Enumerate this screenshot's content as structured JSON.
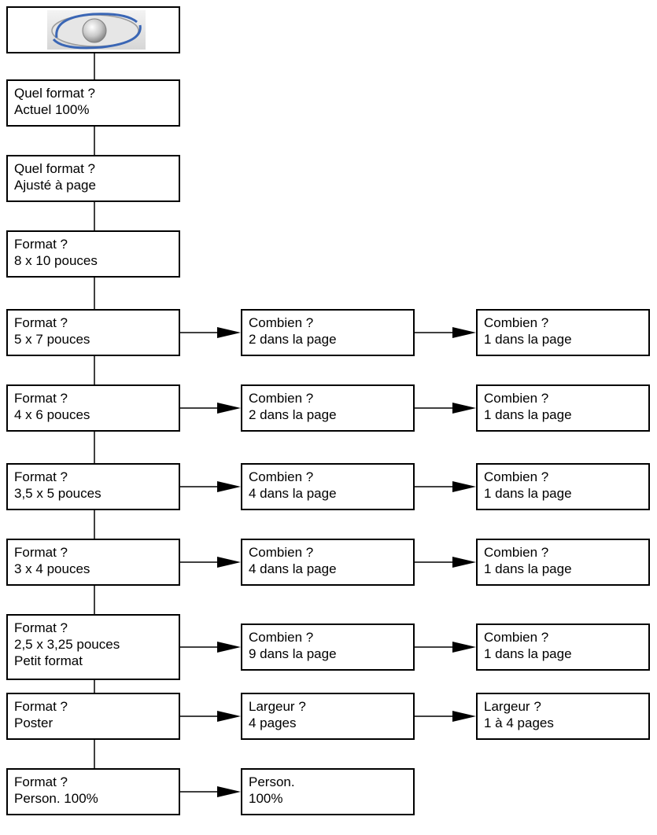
{
  "icon": "oval-button-icon",
  "rows": [
    {
      "lines": [
        "Quel format ?",
        "Actuel 100%"
      ],
      "branches": []
    },
    {
      "lines": [
        "Quel format ?",
        "Ajusté à page"
      ],
      "branches": []
    },
    {
      "lines": [
        "Format ?",
        "8 x 10 pouces"
      ],
      "branches": []
    },
    {
      "lines": [
        "Format ?",
        "5 x 7 pouces"
      ],
      "branches": [
        [
          "Combien ?",
          "2 dans la page"
        ],
        [
          "Combien ?",
          "1 dans la page"
        ]
      ]
    },
    {
      "lines": [
        "Format ?",
        "4 x 6 pouces"
      ],
      "branches": [
        [
          "Combien ?",
          "2 dans la page"
        ],
        [
          "Combien ?",
          "1 dans la page"
        ]
      ]
    },
    {
      "lines": [
        "Format ?",
        "3,5 x 5 pouces"
      ],
      "branches": [
        [
          "Combien ?",
          "4 dans la page"
        ],
        [
          "Combien ?",
          "1 dans la page"
        ]
      ]
    },
    {
      "lines": [
        "Format ?",
        "3 x 4 pouces"
      ],
      "branches": [
        [
          "Combien ?",
          "4 dans la page"
        ],
        [
          "Combien ?",
          "1 dans la page"
        ]
      ]
    },
    {
      "lines": [
        "Format ?",
        "2,5 x 3,25 pouces",
        "Petit format"
      ],
      "branches": [
        [
          "Combien ?",
          "9 dans la page"
        ],
        [
          "Combien ?",
          "1 dans la page"
        ]
      ]
    },
    {
      "lines": [
        "Format ?",
        "Poster"
      ],
      "branches": [
        [
          "Largeur ?",
          "4 pages"
        ],
        [
          "Largeur ?",
          "1 à 4 pages"
        ]
      ]
    },
    {
      "lines": [
        "Format ?",
        "Person. 100%"
      ],
      "branches": [
        [
          "Person.",
          "100%"
        ]
      ]
    }
  ]
}
